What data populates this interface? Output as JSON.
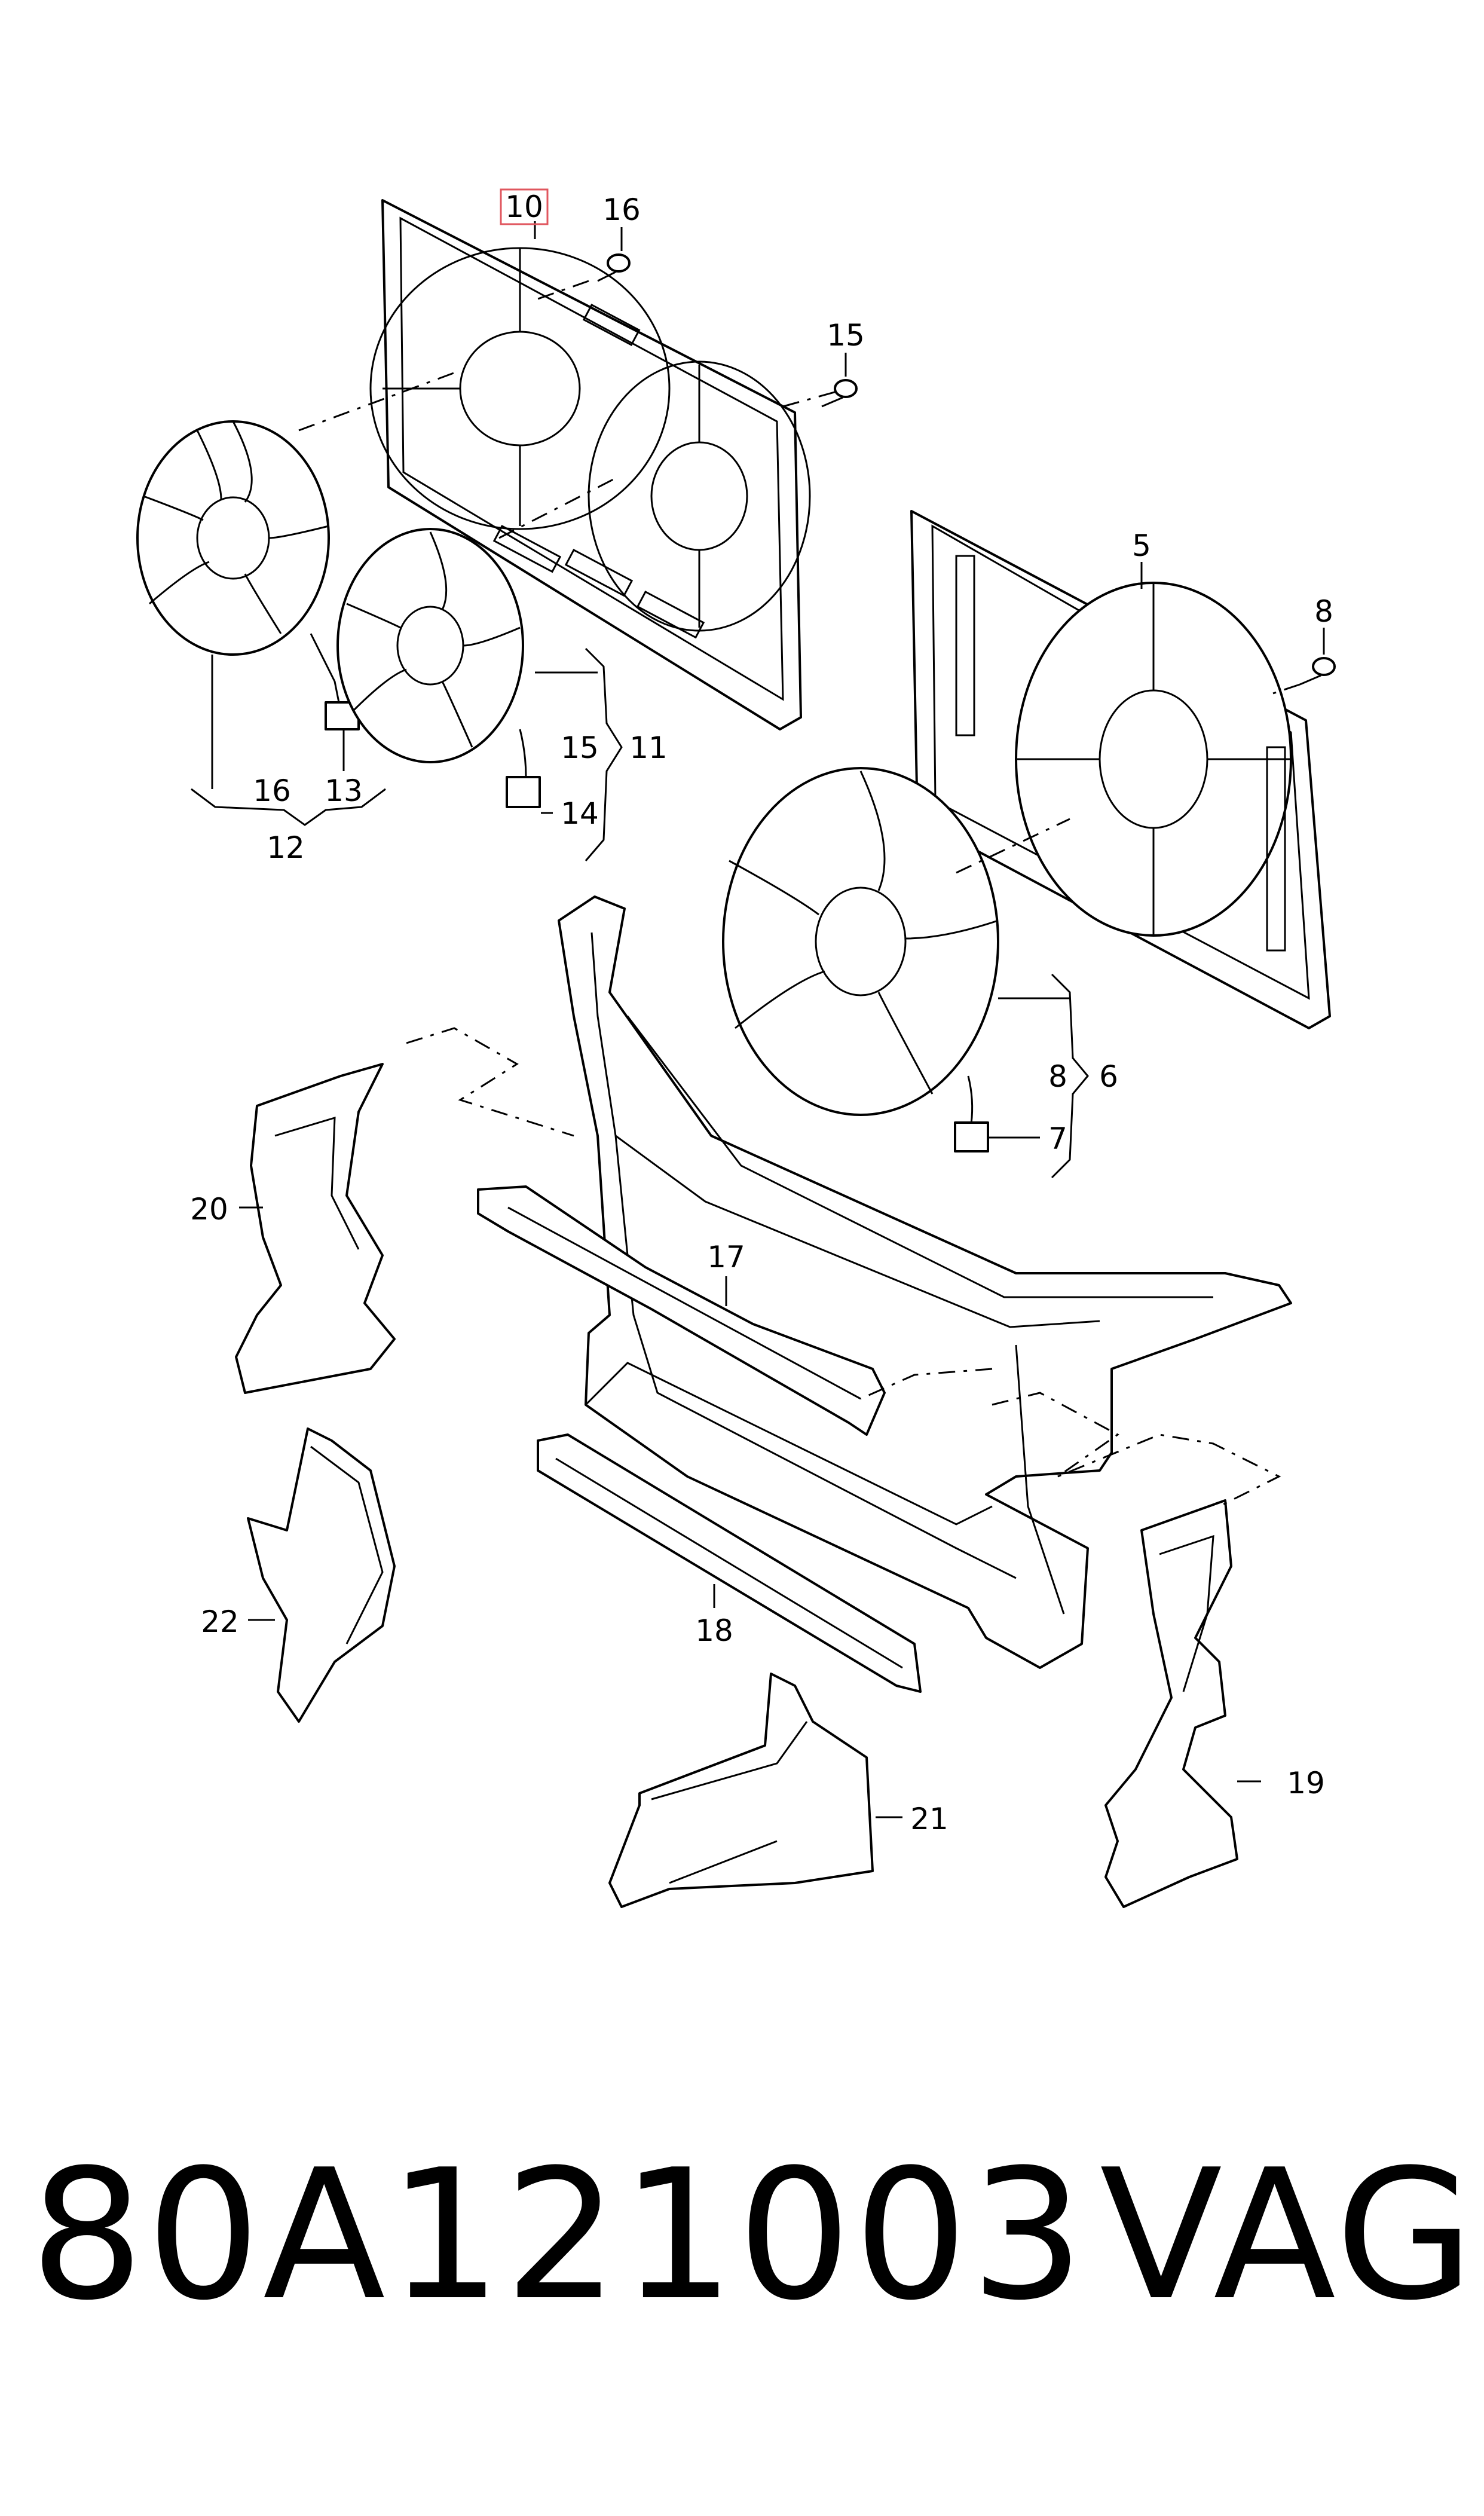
{
  "labels": {
    "l10": "10",
    "l16a": "16",
    "l15a": "15",
    "l5": "5",
    "l8a": "8",
    "l16b": "16",
    "l13": "13",
    "l12": "12",
    "l15b": "15",
    "l11": "11",
    "l14": "14",
    "l8b": "8",
    "l6": "6",
    "l7": "7",
    "l20": "20",
    "l17": "17",
    "l22": "22",
    "l18": "18",
    "l21": "21",
    "l19": "19"
  },
  "highlight_color": "#e0565e",
  "footer": {
    "part_number": "80A121003",
    "brand": "VAG"
  }
}
